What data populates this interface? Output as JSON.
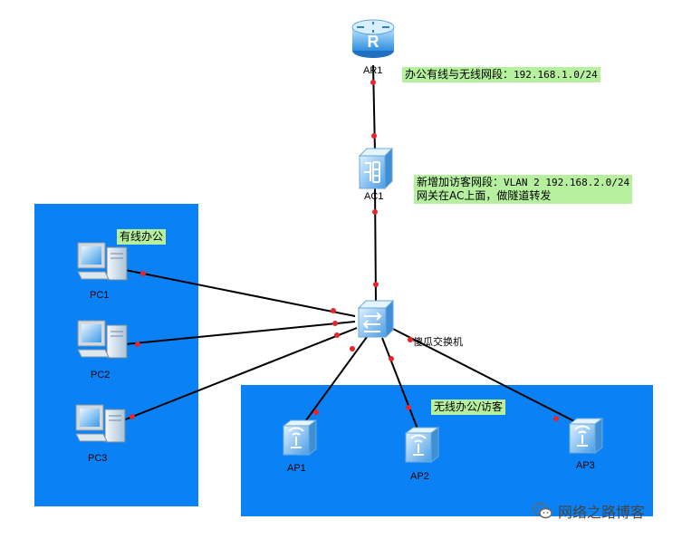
{
  "colors": {
    "zone_fill": "#0a82f5",
    "note_bg": "#b6ef9d",
    "link": "#000000",
    "port_dot": "#e8242c"
  },
  "devices": {
    "ar1": {
      "label": "AR1",
      "icon": "router-icon"
    },
    "ac1": {
      "label": "AC1",
      "icon": "access-controller-icon"
    },
    "switch": {
      "label": "傻瓜交换机",
      "icon": "switch-icon"
    },
    "pc1": {
      "label": "PC1",
      "icon": "pc-icon"
    },
    "pc2": {
      "label": "PC2",
      "icon": "pc-icon"
    },
    "pc3": {
      "label": "PC3",
      "icon": "pc-icon"
    },
    "ap1": {
      "label": "AP1",
      "icon": "access-point-icon"
    },
    "ap2": {
      "label": "AP2",
      "icon": "access-point-icon"
    },
    "ap3": {
      "label": "AP3",
      "icon": "access-point-icon"
    }
  },
  "notes": {
    "office_segment_label": "办公有线与无线网段：",
    "office_segment_value": "192.168.1.0/24",
    "guest_segment_label": "新增加访客网段：",
    "guest_segment_value": "VLAN 2 192.168.2.0/24",
    "guest_gateway": "网关在AC上面，做隧道转发",
    "wired_zone": "有线办公",
    "wireless_zone": "无线办公/访客"
  },
  "watermark": {
    "text": "网络之路博客",
    "icon": "wechat-icon"
  }
}
